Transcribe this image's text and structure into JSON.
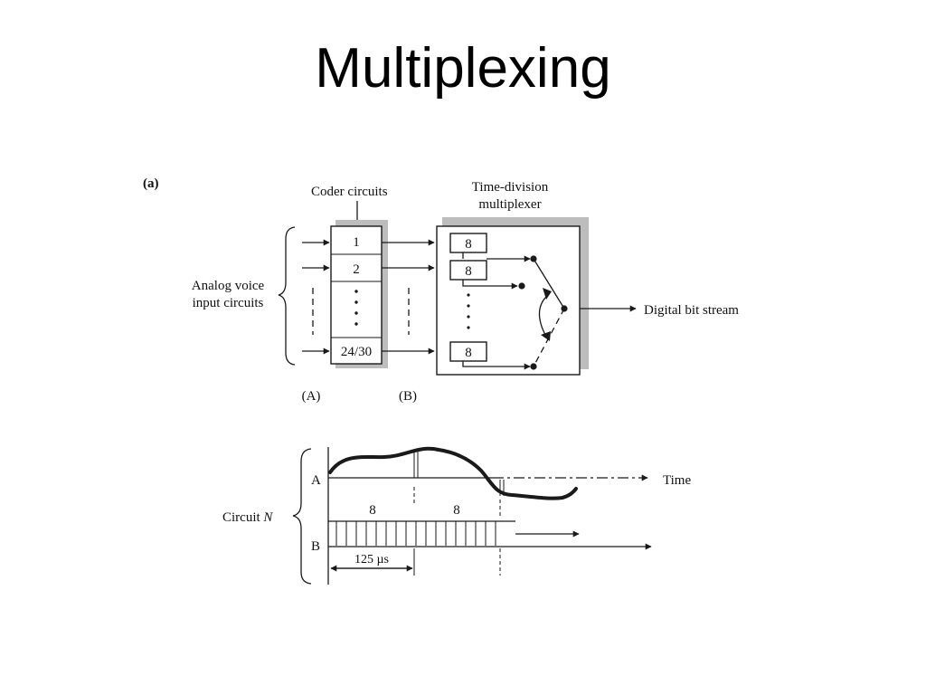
{
  "slide": {
    "title": "Multiplexing"
  },
  "diagram_a": {
    "panel_label": "(a)",
    "coder_label": "Coder circuits",
    "tdm_label_line1": "Time-division",
    "tdm_label_line2": "multiplexer",
    "input_label_line1": "Analog voice",
    "input_label_line2": "input circuits",
    "coder_cells": [
      "1",
      "2",
      "24/30"
    ],
    "slot_value": "8",
    "output_label": "Digital bit stream",
    "point_a": "(A)",
    "point_b": "(B)"
  },
  "diagram_b": {
    "circuit_label": "Circuit",
    "circuit_var": "N",
    "row_a": "A",
    "row_b": "B",
    "time_label": "Time",
    "slot_left": "8",
    "slot_right": "8",
    "period_label": "125 µs"
  }
}
